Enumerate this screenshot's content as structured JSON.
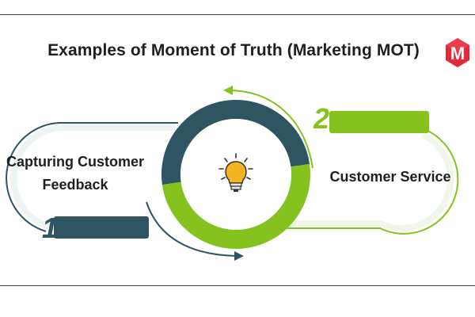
{
  "title": "Examples of Moment of Truth (Marketing MOT)",
  "logo": {
    "letter": "M",
    "hex_color": "#e42a3a",
    "hex_dark": "#b3192a"
  },
  "steps": [
    {
      "number": "1",
      "label_line1": "Capturing Customer",
      "label_line2": "Feedback",
      "color": "#2f5563"
    },
    {
      "number": "2",
      "label": "Customer Service",
      "color": "#86c21e"
    }
  ],
  "center": {
    "icon": "lightbulb-icon",
    "bulb_color": "#f6b321",
    "ring_dark": "#2f5563",
    "ring_green": "#86c21e"
  }
}
